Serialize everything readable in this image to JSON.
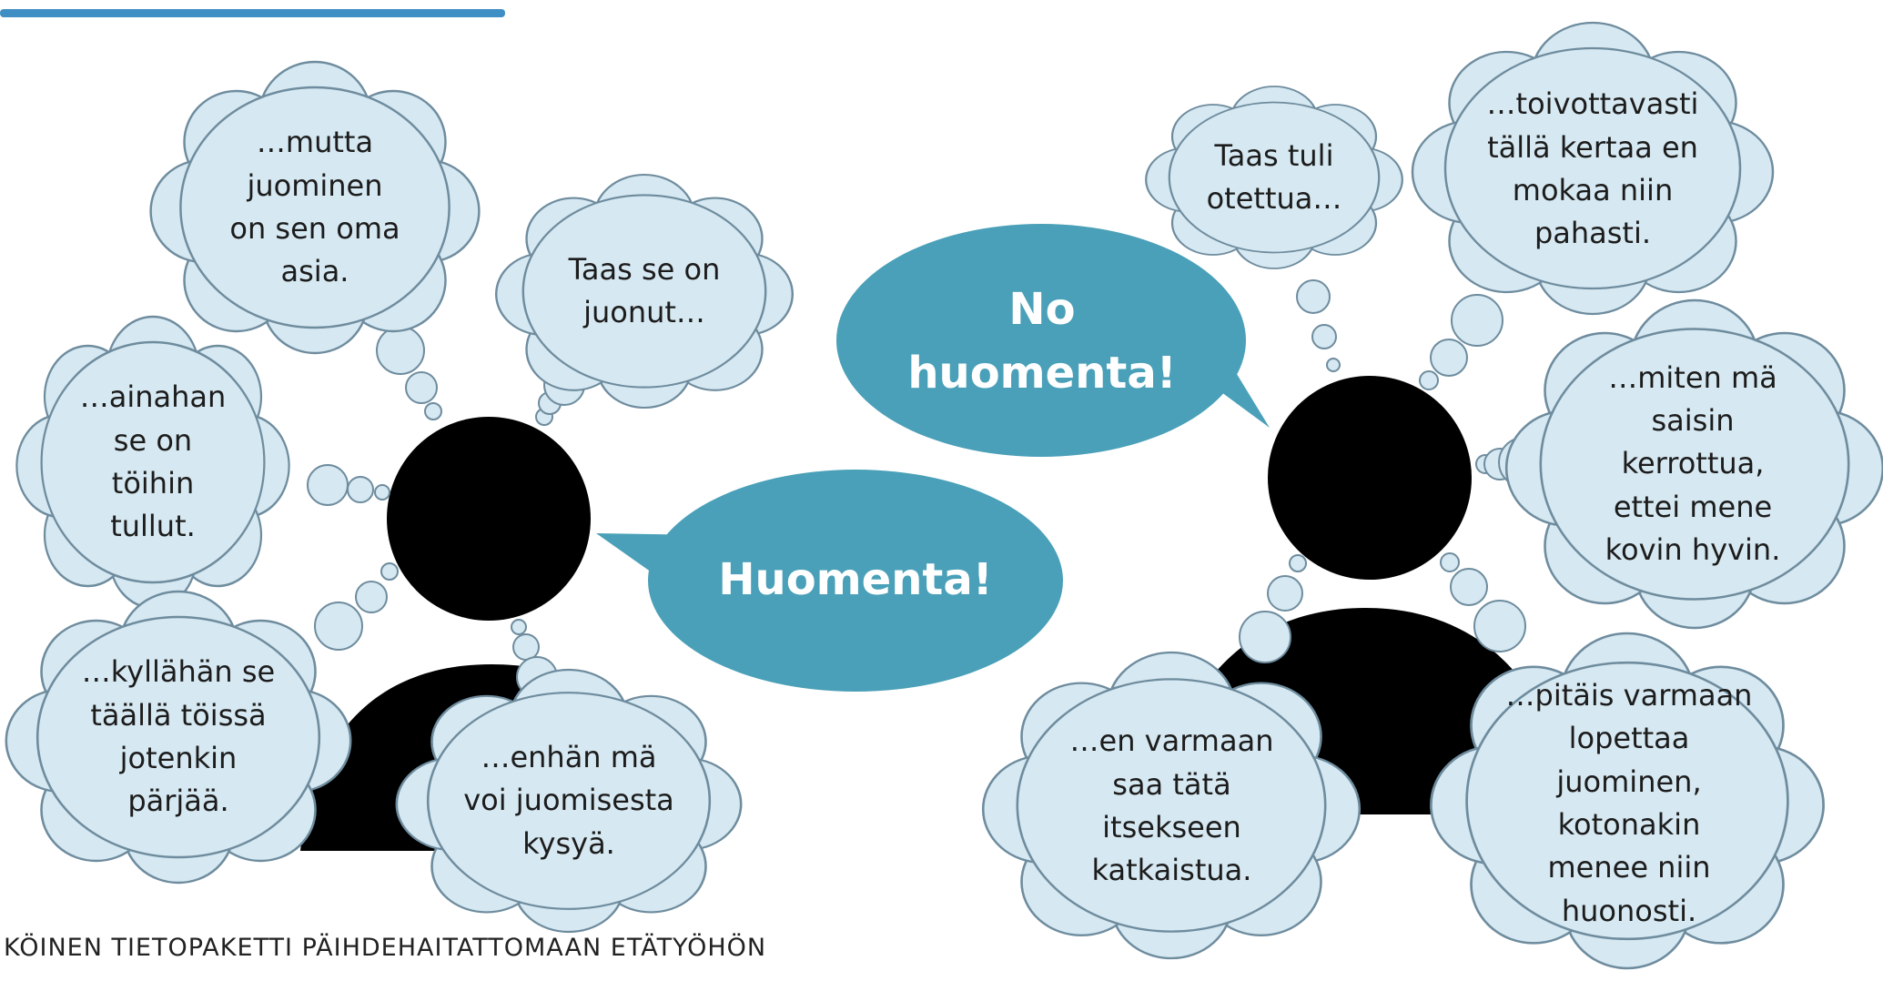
{
  "colors": {
    "accent_line": "#3f8fc4",
    "cloud_fill": "#d6e8f1",
    "cloud_stroke": "#6e8c9e",
    "speech_fill": "#4aa0b8",
    "silhouette": "#000000"
  },
  "speech": {
    "left": "Huomenta!",
    "right": "No\nhuomenta!"
  },
  "left_thoughts": {
    "mutta": "…mutta\njuominen\non sen oma\nasia.",
    "taas_juonut": "Taas se on\njuonut…",
    "ainahan": "…ainahan\nse on\ntöihin\ntullut.",
    "kyllahan": "…kyllähän se\ntäällä töissä\njotenkin\npärjää.",
    "enhan": "…enhän mä\nvoi juomisesta\nkysyä."
  },
  "right_thoughts": {
    "taas_tuli": "Taas tuli\notettua…",
    "toivottavasti": "…toivottavasti\ntällä kertaa en\nmokaa niin\npahasti.",
    "miten": "…miten mä\nsaisin\nkerrottua,\nettei mene\nkovin hyvin.",
    "en_varmaan": "…en varmaan\nsaa tätä\nitsekseen\nkatkaistua.",
    "pitais": "…pitäis varmaan\nlopettaa\njuominen,\nkotonakin\nmenee niin\nhuonosti."
  },
  "footer": "KÖINEN TIETOPAKETTI PÄIHDEHAITATTOMAAN ETÄTYÖHÖN"
}
